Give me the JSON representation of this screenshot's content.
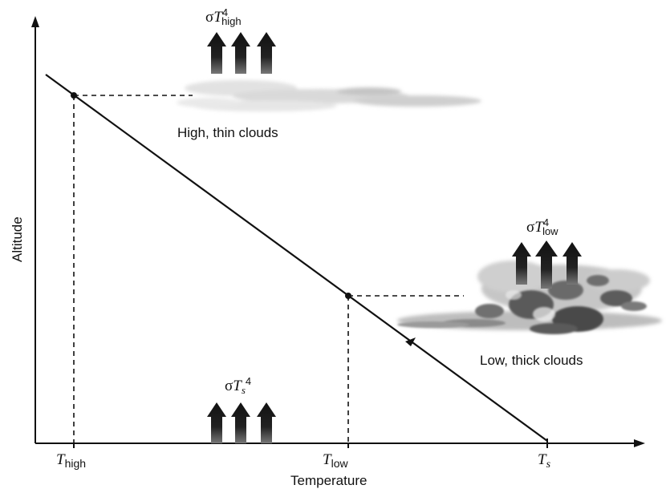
{
  "axes": {
    "x_title": "Temperature",
    "y_title": "Altitude"
  },
  "ticks": {
    "t_high": {
      "symbol": "T",
      "sub": "high"
    },
    "t_low": {
      "symbol": "T",
      "sub": "low"
    },
    "t_s": {
      "symbol": "T",
      "sub": "s"
    }
  },
  "clouds": {
    "high_label": "High, thin clouds",
    "low_label": "Low, thick clouds"
  },
  "flux": {
    "sigma": "σ",
    "symbol": "T",
    "power": "4",
    "high_sub": "high",
    "low_sub": "low",
    "surface_sub": "s"
  },
  "colors": {
    "line": "#111111",
    "arrow": "#111111",
    "cloud_light": "#c8c8c8",
    "cloud_dark": "#505050"
  }
}
